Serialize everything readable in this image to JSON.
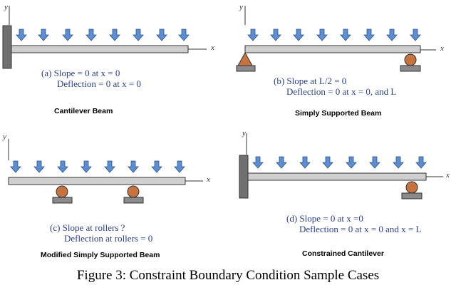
{
  "axes": {
    "x": "x",
    "y": "y"
  },
  "panels": [
    {
      "title": "Cantilever Beam",
      "cond1": "(a)   Slope = 0 at x = 0",
      "cond2": "Deflection = 0 at x = 0"
    },
    {
      "title": "Simply Supported Beam",
      "cond1": "(b) Slope at L/2 = 0",
      "cond2": "Deflection = 0 at x = 0, and L"
    },
    {
      "title": "Modified Simply Supported Beam",
      "cond1": "(c)  Slope at rollers ?",
      "cond2": "Deflection at rollers = 0"
    },
    {
      "title": "Constrained Cantilever",
      "cond1": "(d) Slope = 0 at x =0",
      "cond2": "Deflection = 0 at x = 0 and x = L"
    }
  ],
  "caption": "Figure 3: Constraint Boundary Condition Sample Cases",
  "colors": {
    "load_arrow": "#5b8fd4",
    "load_arrow_stroke": "#2f4f8a",
    "beam": "#cfcfcf",
    "wall": "#707070",
    "support": "#8a8a8a",
    "roller": "#c7733f",
    "pin": "#c7733f",
    "text": "#2a3f8f"
  }
}
